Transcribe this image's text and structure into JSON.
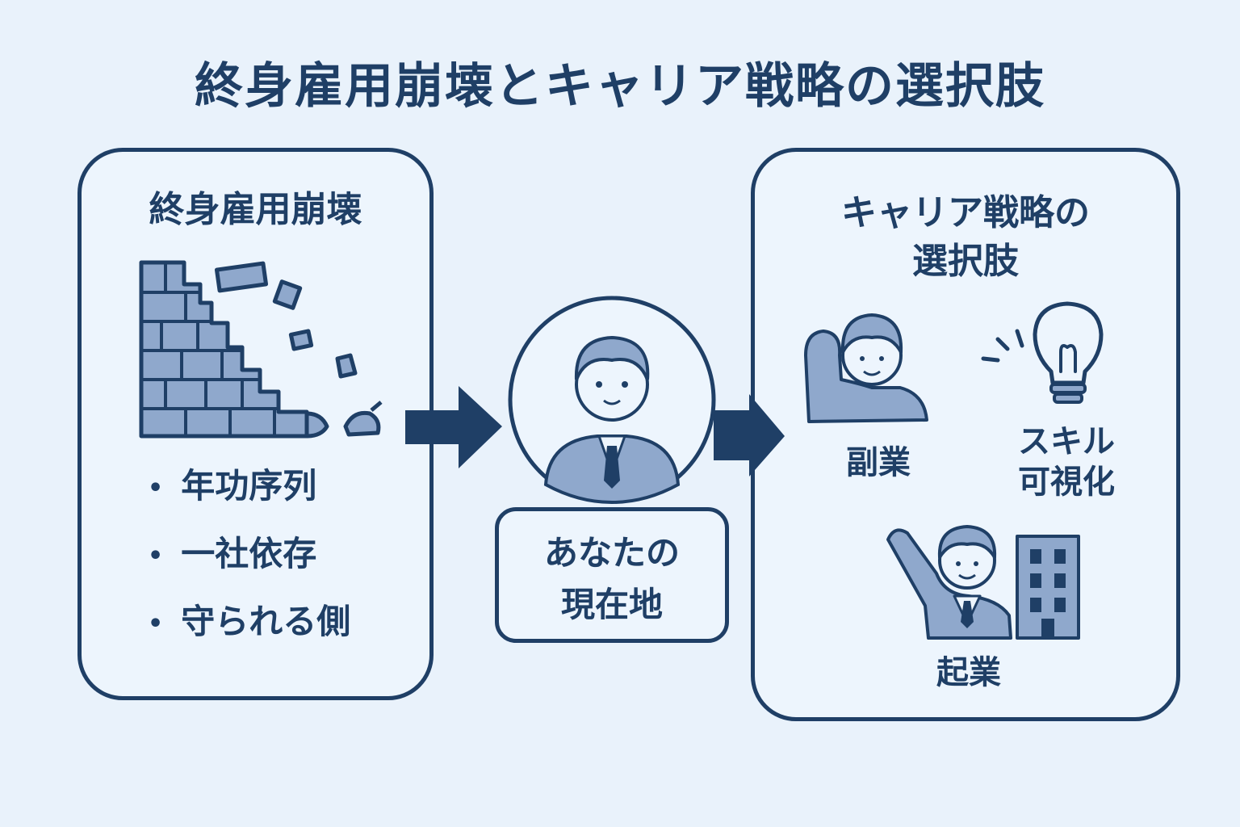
{
  "title": "終身雇用崩壊とキャリア戦略の選択肢",
  "left_panel": {
    "title": "終身雇用崩壊",
    "bullets": [
      "年功序列",
      "一社依存",
      "守られる側"
    ]
  },
  "center": {
    "label_line1": "あなたの",
    "label_line2": "現在地"
  },
  "right_panel": {
    "title_line1": "キャリア戦略の",
    "title_line2": "選択肢",
    "options": {
      "side_job": "副業",
      "skill_line1": "スキル",
      "skill_line2": "可視化",
      "startup": "起業"
    }
  },
  "colors": {
    "navy": "#1f3f66",
    "fill": "#8fa8cc",
    "background": "#e9f2fb"
  }
}
